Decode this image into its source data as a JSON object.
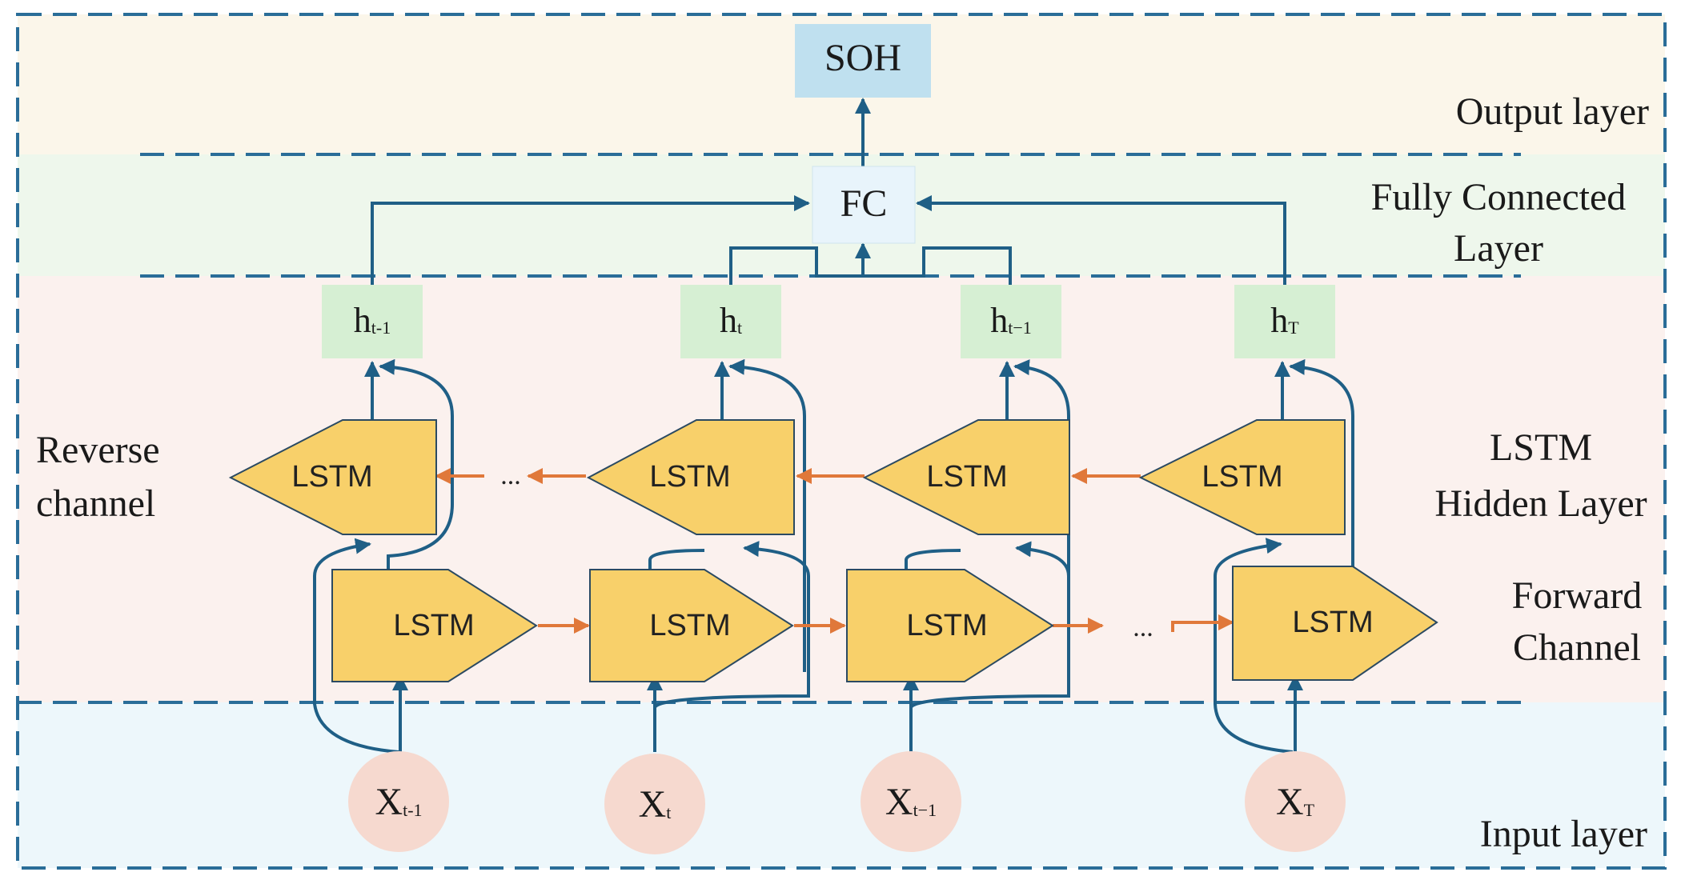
{
  "layers": {
    "output": "Output layer",
    "fc_line1": "Fully Connected",
    "fc_line2": "Layer",
    "hidden_line1": "LSTM",
    "hidden_line2": "Hidden Layer",
    "forward_line1": "Forward",
    "forward_line2": "Channel",
    "input": "Input layer",
    "reverse_line1": "Reverse",
    "reverse_line2": "channel"
  },
  "output_box": "SOH",
  "fc_box": "FC",
  "lstm_label": "LSTM",
  "ellipsis": "...",
  "hidden_states": [
    {
      "base": "h",
      "sub": "t-1"
    },
    {
      "base": "h",
      "sub": "t"
    },
    {
      "base": "h",
      "sub": "t−1"
    },
    {
      "base": "h",
      "sub": "T"
    }
  ],
  "inputs": [
    {
      "base": "X",
      "sub": "t-1"
    },
    {
      "base": "X",
      "sub": "t"
    },
    {
      "base": "X",
      "sub": "t−1"
    },
    {
      "base": "X",
      "sub": "T"
    }
  ],
  "colors": {
    "output_band": "#fbf6ea",
    "fc_band": "#eef7ec",
    "hidden_band": "#fbf1ee",
    "input_band": "#edf7fb",
    "soh_fill": "#bfe0ef",
    "fc_fill": "#e8f4fb",
    "h_fill": "#d6efd3",
    "x_fill": "#f6d9cf",
    "lstm_fill": "#f8d06a",
    "lstm_stroke": "#2b4a62",
    "blue_line": "#1f5f86",
    "orange_arrow": "#e0783a",
    "dash": "#2a6d98"
  }
}
